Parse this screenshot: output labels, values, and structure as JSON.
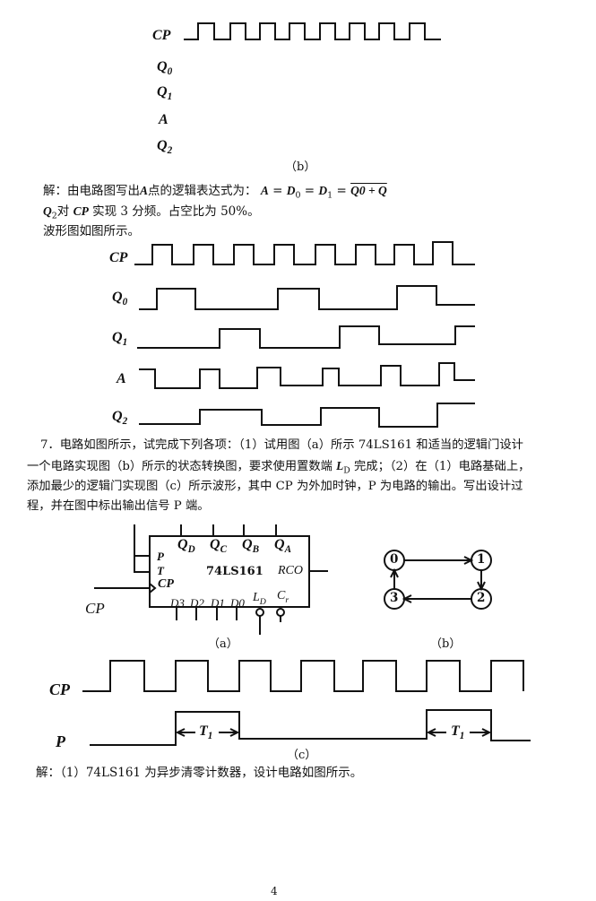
{
  "fig_top": {
    "labels": [
      "CP",
      "Q",
      "0",
      "Q",
      "1",
      "A",
      "Q",
      "2"
    ],
    "caption": "（b）"
  },
  "solution1": {
    "line1_prefix": "解：由电路图写出",
    "line1_A": "A",
    "line1_mid": "点的逻辑表达式为：",
    "formula": {
      "A": "A",
      "eq": " = ",
      "D0": "D",
      "D0_sub": "0",
      "D1": "D",
      "D1_sub": "1",
      "rhs": "Q0 + Q"
    },
    "line2_Q": "Q",
    "line2_sub": "2",
    "line2_mid": "对",
    "line2_CP": "CP",
    "line2_rest": "实现 3 分频。占空比为 50%。",
    "line3": "波形图如图所示。"
  },
  "fig_wave": {
    "labels": {
      "cp": "CP",
      "q0": "Q",
      "q0s": "0",
      "q1": "Q",
      "q1s": "1",
      "a": "A",
      "q2": "Q",
      "q2s": "2"
    }
  },
  "problem7": {
    "line1": "7．电路如图所示，试完成下列各项：（1）试用图（a）所示 74LS161 和适当的逻辑门设计",
    "line2a": "一个电路实现图（b）所示的状态转换图，要求使用置数端",
    "line2_L": "L",
    "line2_Ls": "D",
    "line2b": "完成；（2）在（1）电路基础上，",
    "line3": "添加最少的逻辑门实现图（c）所示波形，其中 CP 为外加时钟，P 为电路的输出。写出设计过",
    "line4": "程，并在图中标出输出信号 P 端。"
  },
  "fig_a": {
    "chip": "74LS161",
    "QD": "Q",
    "QDs": "D",
    "QC": "Q",
    "QCs": "C",
    "QB": "Q",
    "QBs": "B",
    "QA": "Q",
    "QAs": "A",
    "P": "P",
    "T": "T",
    "CPin": "CP",
    "RCO": "RCO",
    "D3": "D3",
    "D2": "D2",
    "D1": "D1",
    "D0": "D0",
    "LD": "L",
    "LDs": "D",
    "Cr": "C",
    "Crs": "r",
    "CP": "CP",
    "caption": "（a）"
  },
  "fig_b": {
    "states": [
      "0",
      "1",
      "2",
      "3"
    ],
    "caption": "（b）"
  },
  "fig_c": {
    "cp": "CP",
    "p": "P",
    "t1": "T",
    "t1s": "1",
    "caption": "（c）"
  },
  "solution2": "解：（1）74LS161 为异步清零计数器，设计电路如图所示。",
  "page_number": "4"
}
